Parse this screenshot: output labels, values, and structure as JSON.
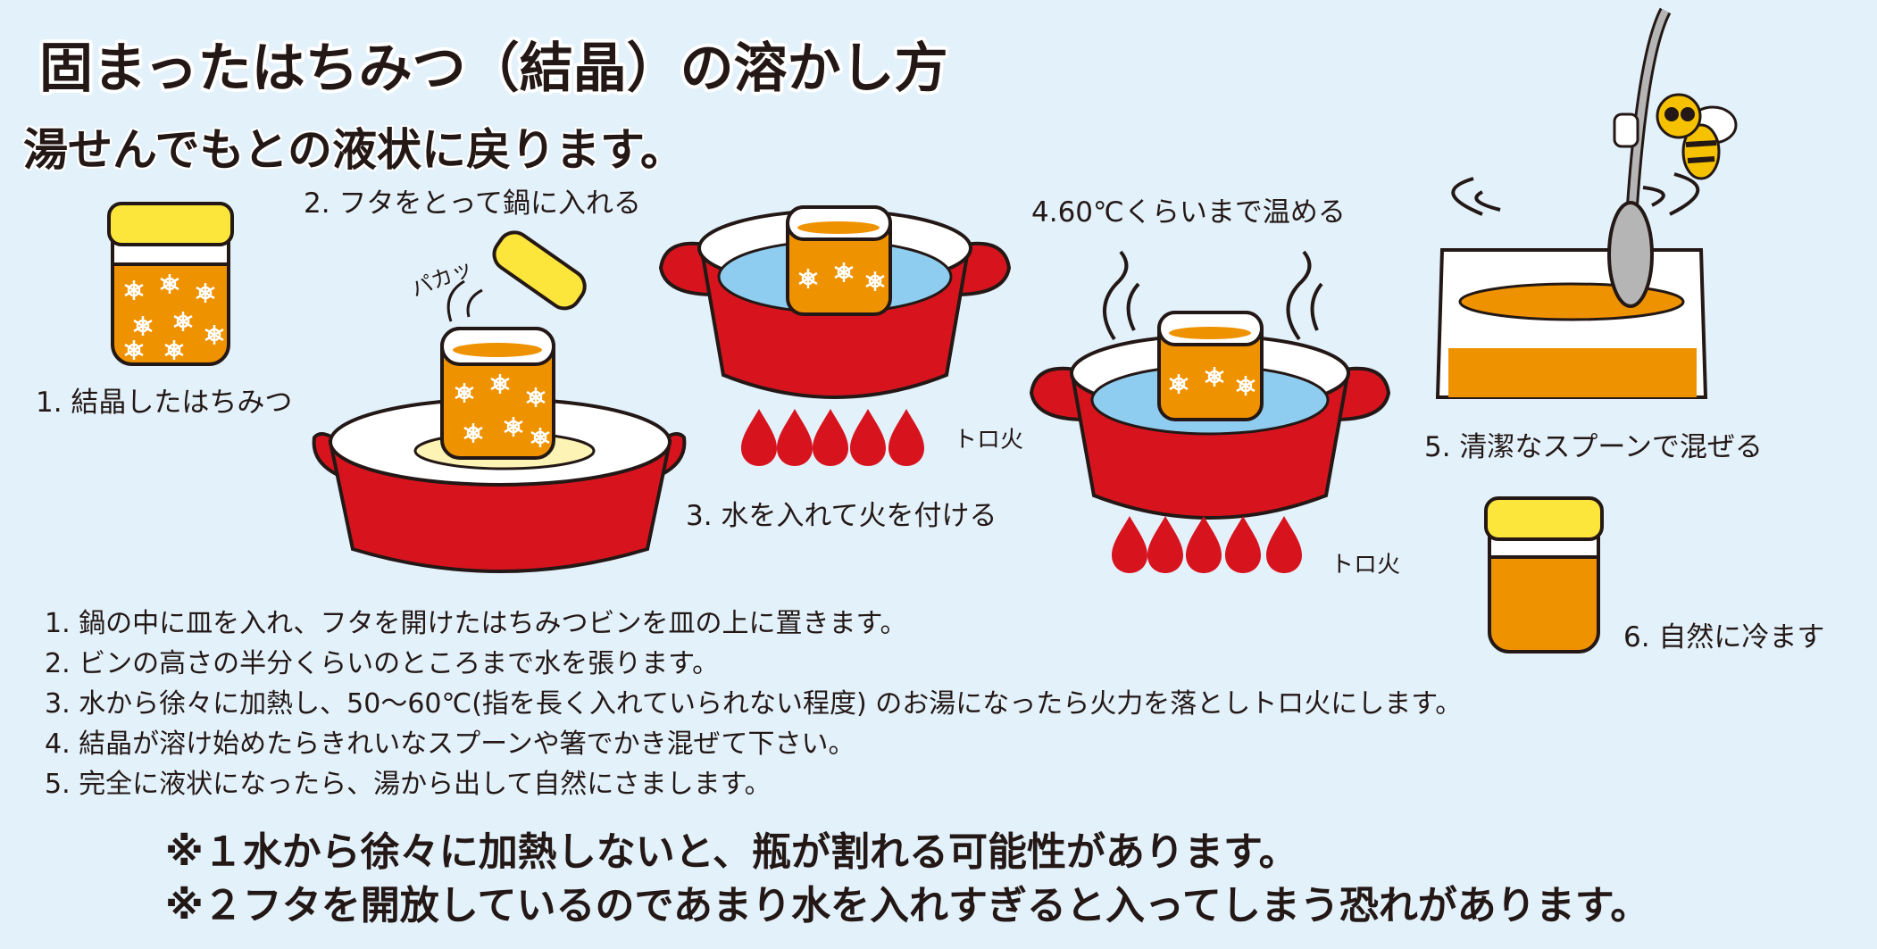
{
  "title": "固まったはちみつ（結晶）の溶かし方",
  "subtitle": "湯せんでもとの液状に戻ります。",
  "steps": {
    "s1": "1. 結晶したはちみつ",
    "s2": "2. フタをとって鍋に入れる",
    "s3": "3. 水を入れて火を付ける",
    "s4": "4.60℃くらいまで温める",
    "s5": "5. 清潔なスプーンで混ぜる",
    "s6": "6. 自然に冷ます"
  },
  "sound_effect": "パカッ",
  "fire_label_1": "トロ火",
  "fire_label_2": "トロ火",
  "instructions": [
    "1. 鍋の中に皿を入れ、フタを開けたはちみつビンを皿の上に置きます。",
    "2. ビンの高さの半分くらいのところまで水を張ります。",
    "3. 水から徐々に加熱し、50～60℃(指を長く入れていられない程度) のお湯になったら火力を落としトロ火にします。",
    "4. 結晶が溶け始めたらきれいなスプーンや箸でかき混ぜて下さい。",
    "5. 完全に液状になったら、湯から出して自然にさまします。"
  ],
  "notes": [
    "※１水から徐々に加熱しないと、瓶が割れる可能性があります。",
    "※２フタを開放しているのであまり水を入れすぎると入ってしまう恐れがあります。"
  ],
  "colors": {
    "background": "#e3f1fb",
    "pot_red": "#d7141e",
    "honey_orange": "#ef9200",
    "lid_yellow": "#fde63c",
    "water_blue": "#8fcdf0"
  }
}
